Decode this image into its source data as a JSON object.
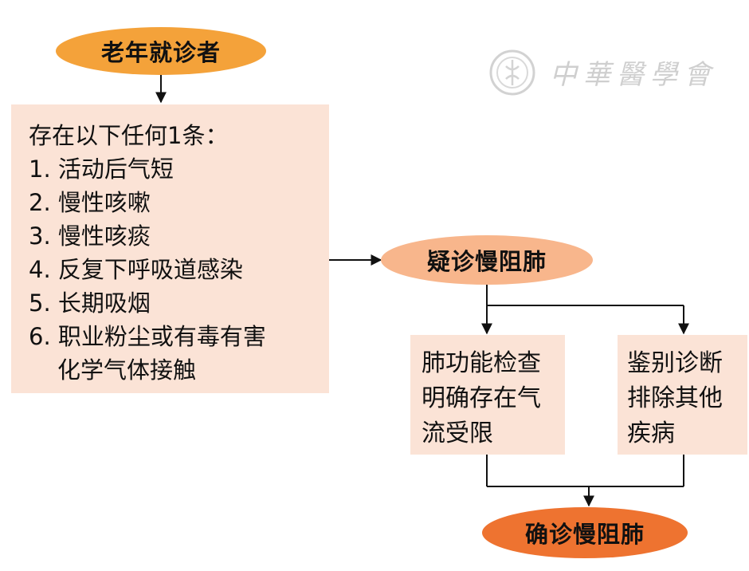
{
  "colors": {
    "oval_light": "#f8b68c",
    "oval_mid": "#f4a23a",
    "oval_dark": "#ee7330",
    "box_fill": "#fbe3d6",
    "line": "#111111",
    "watermark": "#cfcfcf"
  },
  "start": {
    "label": "老年就诊者"
  },
  "criteria": {
    "heading": "存在以下任何1条：",
    "items": [
      "1. 活动后气短",
      "2. 慢性咳嗽",
      "3. 慢性咳痰",
      "4. 反复下呼吸道感染",
      "5. 长期吸烟",
      "6. 职业粉尘或有毒有害"
    ],
    "item6_continued": "化学气体接触"
  },
  "suspected": {
    "label": "疑诊慢阻肺"
  },
  "left_branch": {
    "lines": [
      "肺功能检查",
      "明确存在气",
      "流受限"
    ]
  },
  "right_branch": {
    "lines": [
      "鉴别诊断",
      "排除其他",
      "疾病"
    ]
  },
  "confirmed": {
    "label": "确诊慢阻肺"
  },
  "watermark": {
    "text": "中華醫學會",
    "icon": "chinese-medical-association-seal-icon"
  }
}
